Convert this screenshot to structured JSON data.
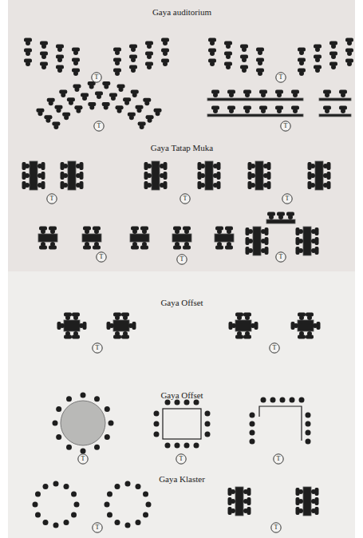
{
  "diagram": {
    "nodes": [
      {
        "text": [
          "T"
        ]
      },
      {
        "text": [
          "T"
        ]
      },
      {
        "text": [
          "T"
        ]
      },
      {
        "text": [
          "T"
        ]
      },
      {
        "text": [
          "T"
        ]
      },
      {
        "text": [
          "T"
        ]
      },
      {
        "text": [
          "T"
        ]
      },
      {
        "text": [
          "T"
        ]
      },
      {
        "text": [
          "T"
        ]
      },
      {
        "text": [
          "T"
        ]
      },
      {
        "text": [
          "T"
        ]
      },
      {
        "text": [
          "T"
        ]
      },
      {
        "text": [
          "T"
        ]
      },
      {
        "text": [
          "T"
        ]
      },
      {
        "text": [
          "T"
        ]
      },
      {
        "text": [
          "T"
        ]
      },
      {
        "text": [
          "T"
        ]
      }
    ],
    "labels": [
      "Gaya auditorium",
      "Gaya Tatap Muka",
      "Gaya Offset",
      "Gaya Offset",
      "Gaya Klaster"
    ]
  }
}
